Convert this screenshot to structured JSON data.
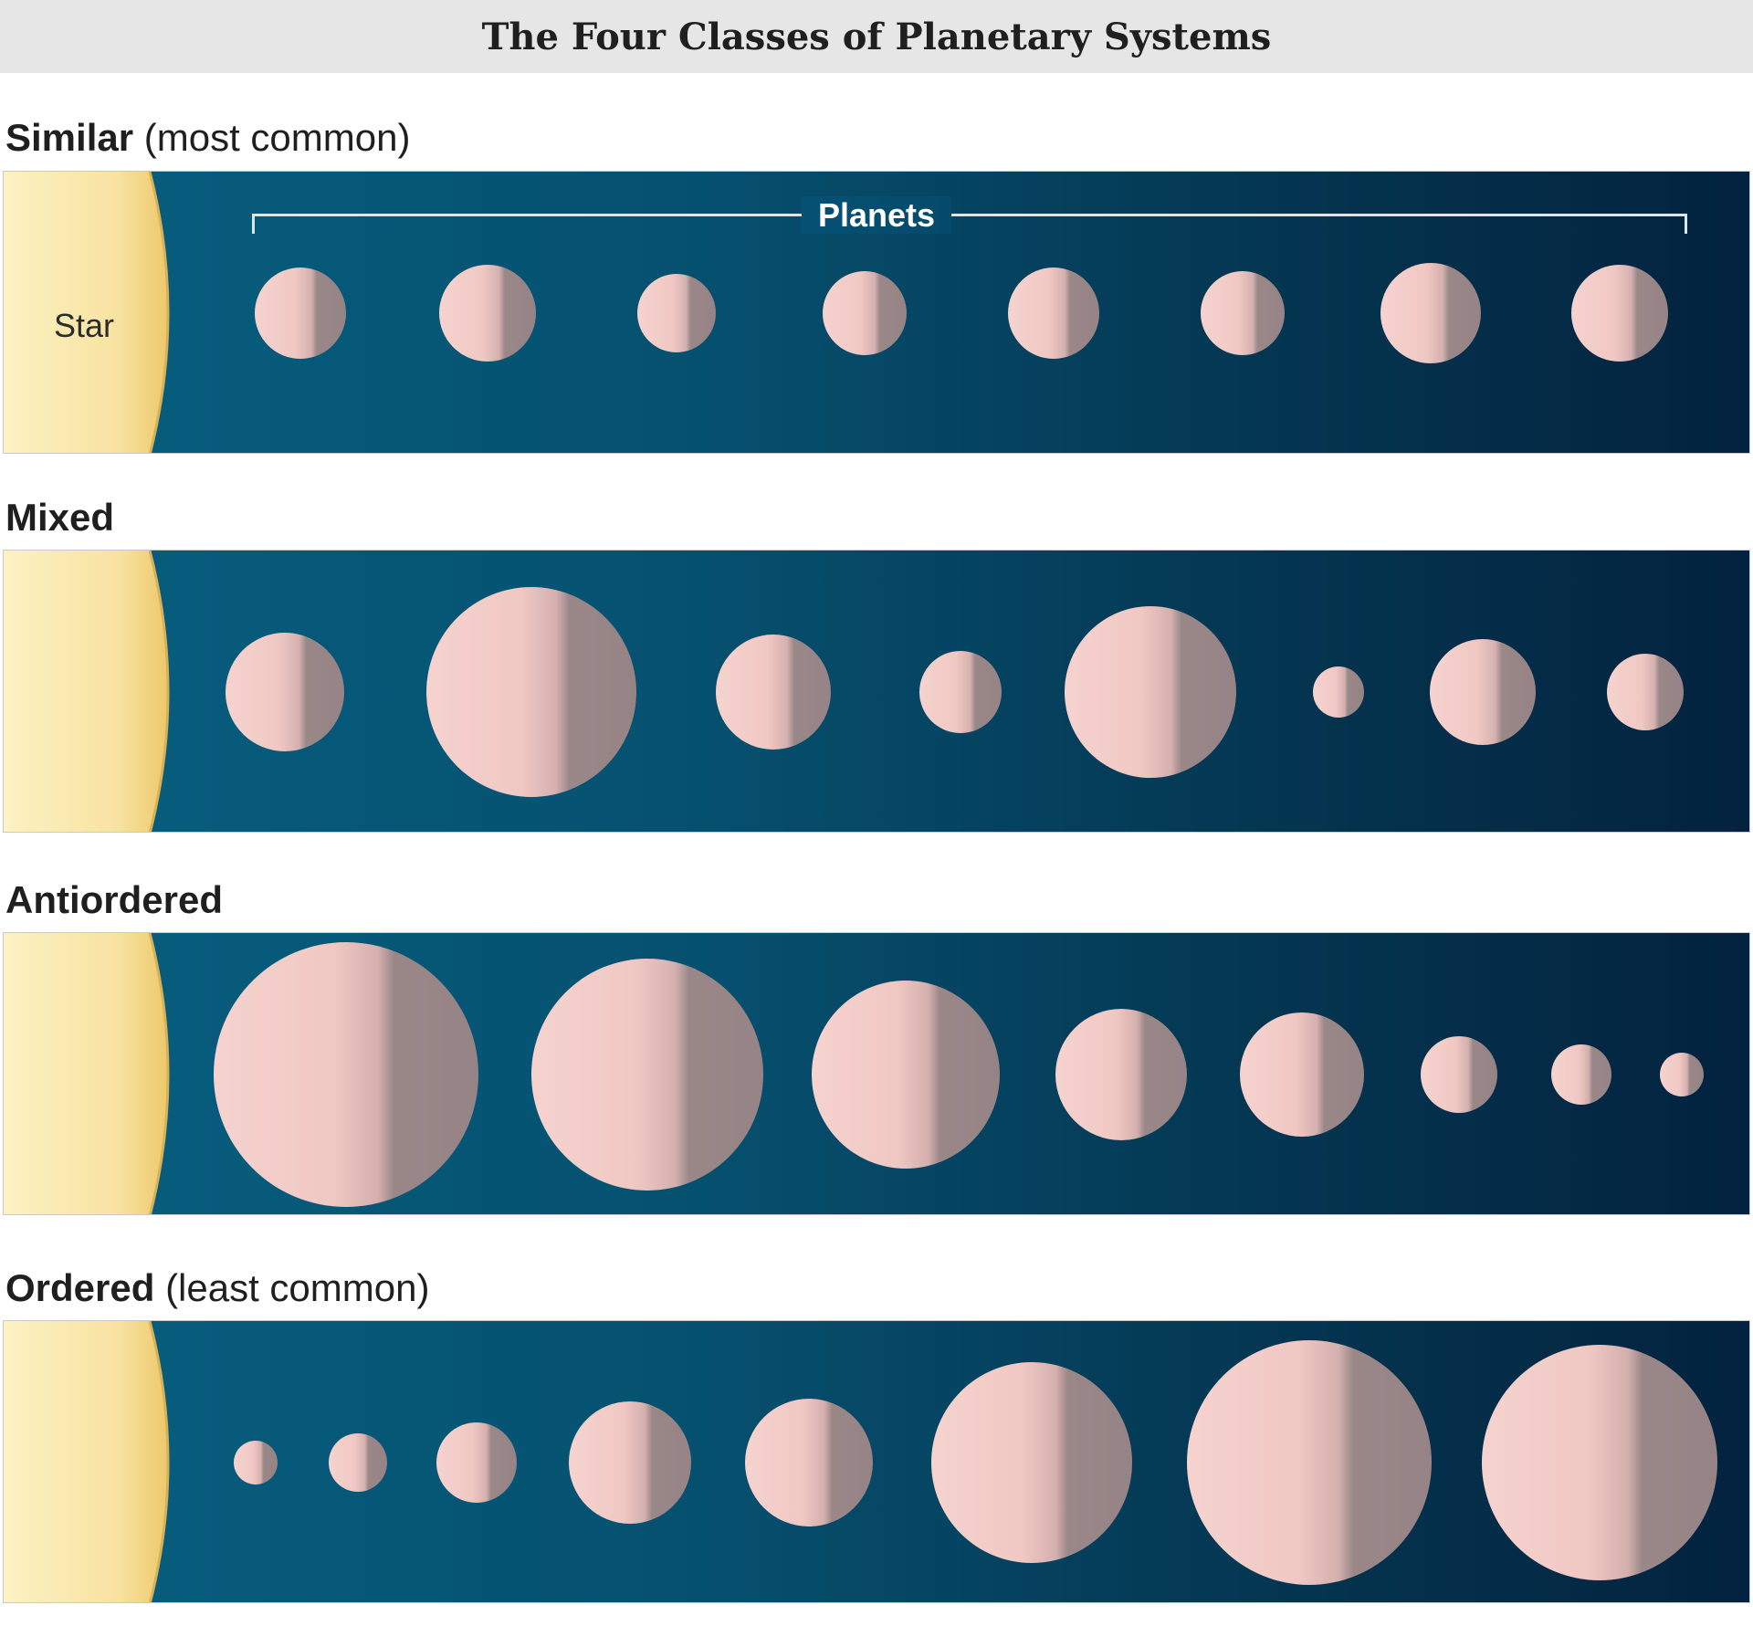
{
  "title": "The Four Classes of Planetary Systems",
  "labels": {
    "star": "Star",
    "planets": "Planets"
  },
  "colors": {
    "space_light": "#075f80",
    "space_dark": "#03223f",
    "star": "#f6d98a",
    "planet": "#f3cdc9",
    "planet_shadow": "#988688"
  },
  "systems": [
    {
      "name": "Similar",
      "note": "(most common)",
      "relative_planet_sizes": [
        50,
        53,
        43,
        46,
        50,
        46,
        55,
        53
      ]
    },
    {
      "name": "Mixed",
      "note": "",
      "relative_planet_sizes": [
        65,
        115,
        63,
        45,
        94,
        28,
        58,
        42
      ]
    },
    {
      "name": "Antiordered",
      "note": "",
      "relative_planet_sizes": [
        145,
        127,
        103,
        72,
        68,
        42,
        33,
        24
      ]
    },
    {
      "name": "Ordered",
      "note": "(least common)",
      "relative_planet_sizes": [
        24,
        32,
        44,
        67,
        70,
        110,
        134,
        129
      ]
    }
  ]
}
